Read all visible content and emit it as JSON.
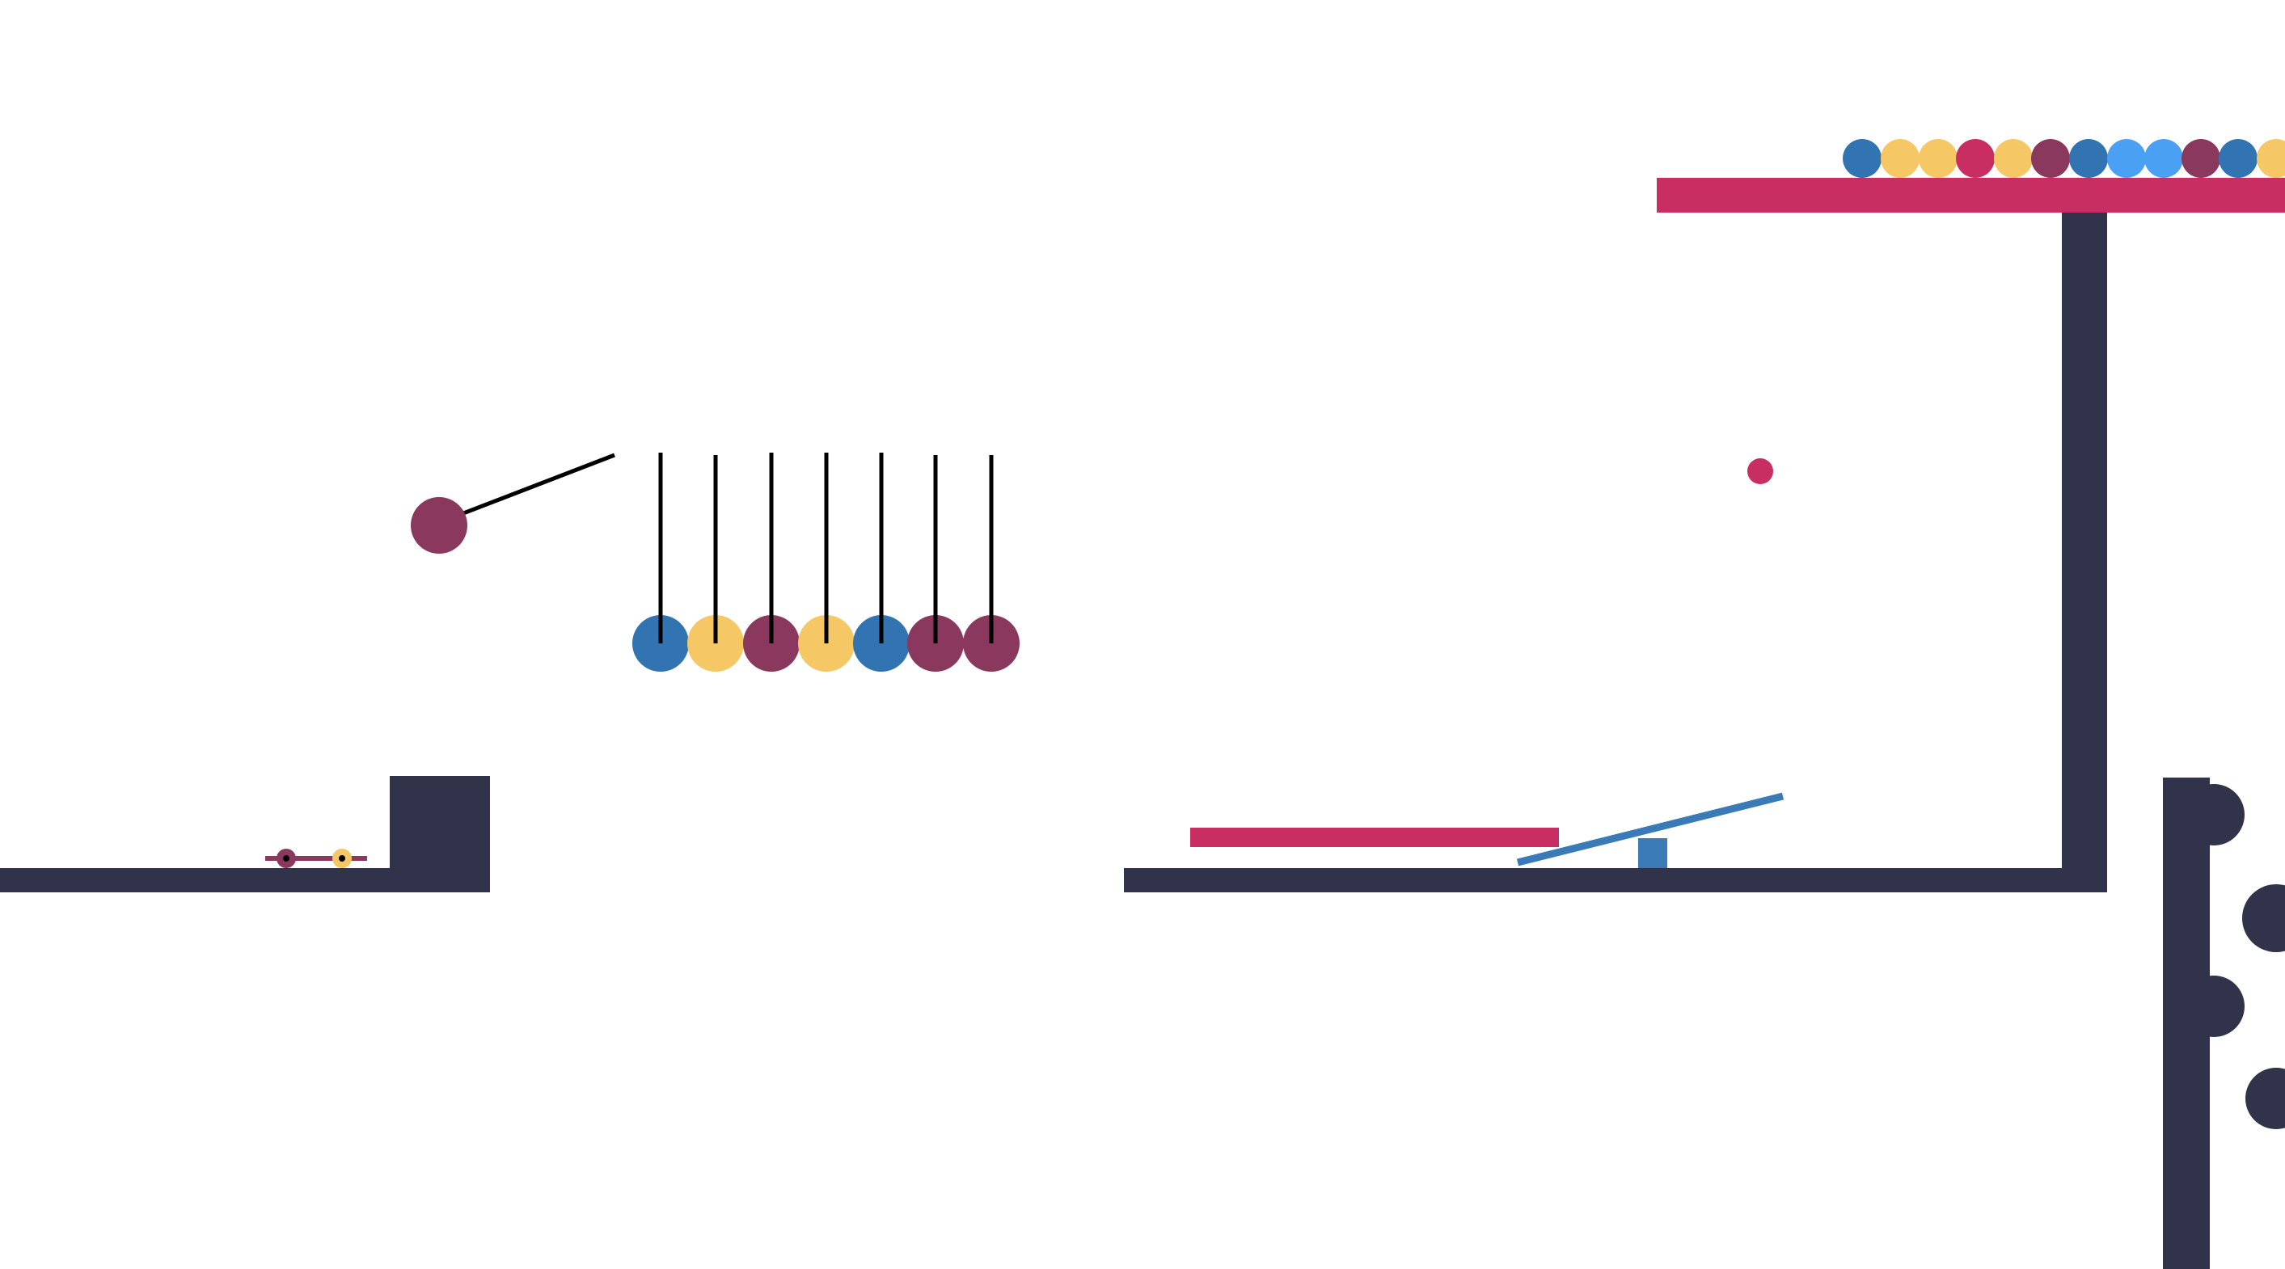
{
  "scene": {
    "background": "#ffffff",
    "palette": {
      "navy": "#31334a",
      "crimson": "#c92e62",
      "plum": "#8a385e",
      "blue": "#3274b1",
      "sky": "#4aa0f2",
      "gold": "#f5c765",
      "teal_blue": "#3a7bb7",
      "black": "#000000"
    }
  },
  "newtons_cradle": {
    "released_ball_color": "plum",
    "hanging_ball_colors": [
      "blue",
      "gold",
      "plum",
      "gold",
      "blue",
      "plum",
      "plum"
    ]
  },
  "top_shelf": {
    "ball_colors": [
      "blue",
      "gold",
      "gold",
      "crimson",
      "gold",
      "plum",
      "blue",
      "sky",
      "sky",
      "plum",
      "blue",
      "gold"
    ]
  },
  "floating_ball": {
    "color": "crimson"
  },
  "seesaw": {
    "beam_color": "teal_blue",
    "pivot_color": "teal_blue"
  },
  "small_slider": {
    "bar_color": "plum",
    "knob_colors": [
      "plum",
      "gold"
    ]
  }
}
